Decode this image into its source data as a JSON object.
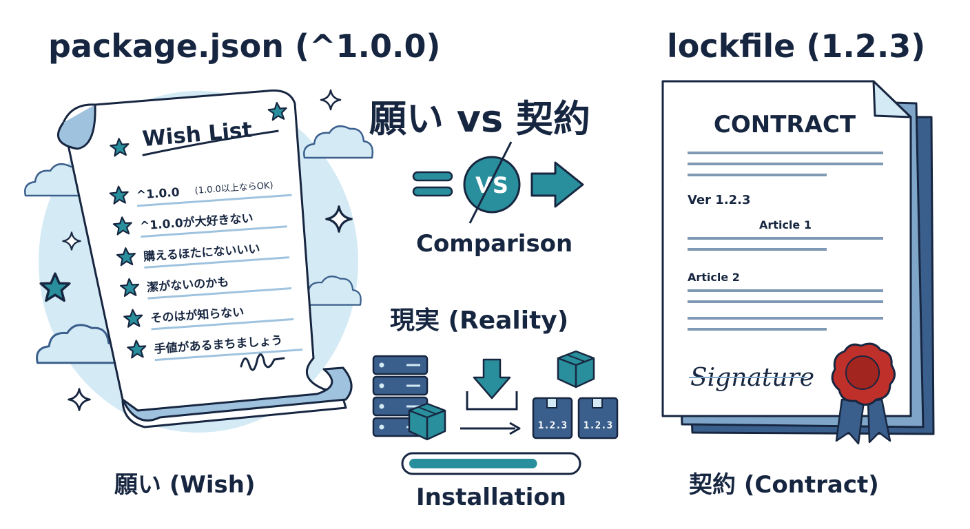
{
  "headings": {
    "left": "package.json (^1.0.0)",
    "right": "lockfile (1.2.3)"
  },
  "center": {
    "title": "願い vs 契約",
    "vs": "VS",
    "comparison": "Comparison",
    "reality": "現実 (Reality)",
    "installation": "Installation",
    "progress": 0.78,
    "box_label": "1.2.3"
  },
  "wish": {
    "title": "Wish List",
    "items": [
      {
        "text": "^1.0.0",
        "note": "(1.0.0以上ならOK)"
      },
      {
        "text": "^1.0.0が大好きない",
        "note": ""
      },
      {
        "text": "購えるほたにないいい",
        "note": ""
      },
      {
        "text": "潔がないのかも",
        "note": ""
      },
      {
        "text": "そのはが知らない",
        "note": ""
      },
      {
        "text": "手値があるまちましょう",
        "note": ""
      }
    ],
    "caption": "願い (Wish)"
  },
  "contract": {
    "title": "CONTRACT",
    "version": "Ver 1.2.3",
    "article1": "Article 1",
    "article2": "Article 2",
    "signature": "Signature",
    "caption": "契約 (Contract)"
  },
  "colors": {
    "navy": "#172640",
    "teal": "#2a8f9c",
    "light_blue": "#d4eaf5",
    "mid_blue": "#7fa6c9",
    "dark_blue": "#3b5f8c",
    "seal_red": "#c0302b"
  },
  "icons": [
    "star-icon",
    "cloud-icon",
    "sparkle-icon",
    "equals-icon",
    "arrow-right-icon",
    "server-icon",
    "download-icon",
    "package-box-icon",
    "wax-seal-icon"
  ]
}
